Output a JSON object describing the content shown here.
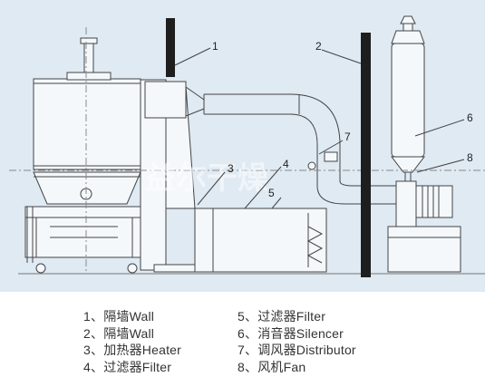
{
  "callouts": [
    "1",
    "2",
    "3",
    "4",
    "5",
    "6",
    "7",
    "8"
  ],
  "watermark": "益尔干燥",
  "legend": [
    {
      "num": "1、",
      "cn": "隔墙",
      "en": "Wall"
    },
    {
      "num": "2、",
      "cn": "隔墙",
      "en": "Wall"
    },
    {
      "num": "3、",
      "cn": "加热器",
      "en": "Heater"
    },
    {
      "num": "4、",
      "cn": "过滤器",
      "en": "Filter"
    },
    {
      "num": "5、",
      "cn": "过滤器",
      "en": "Filter"
    },
    {
      "num": "6、",
      "cn": "消音器",
      "en": "Silencer"
    },
    {
      "num": "7、",
      "cn": "调风器",
      "en": "Distributor"
    },
    {
      "num": "8、",
      "cn": "风机",
      "en": "Fan"
    }
  ],
  "colors": {
    "background": "#dfeaf3",
    "line": "#444444",
    "wall": "#1e1e1e",
    "paper": "#ffffff"
  }
}
